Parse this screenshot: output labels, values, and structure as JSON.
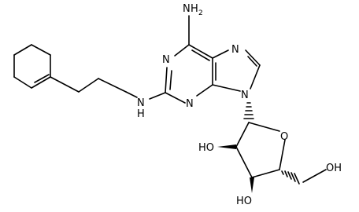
{
  "molecule": {
    "labels": {
      "amine": "NH2",
      "amine_n": "N",
      "amine_h": "H",
      "amine_sub": "2",
      "n_top_right": "N",
      "n_left_ring": "N",
      "n_bottom_ring": "N",
      "n9": "N",
      "nh_linker": "N",
      "nh_linker_h": "H",
      "ring_o": "O",
      "ho_2prime": "HO",
      "ho_3prime": "HO",
      "oh_5prime": "OH"
    }
  }
}
